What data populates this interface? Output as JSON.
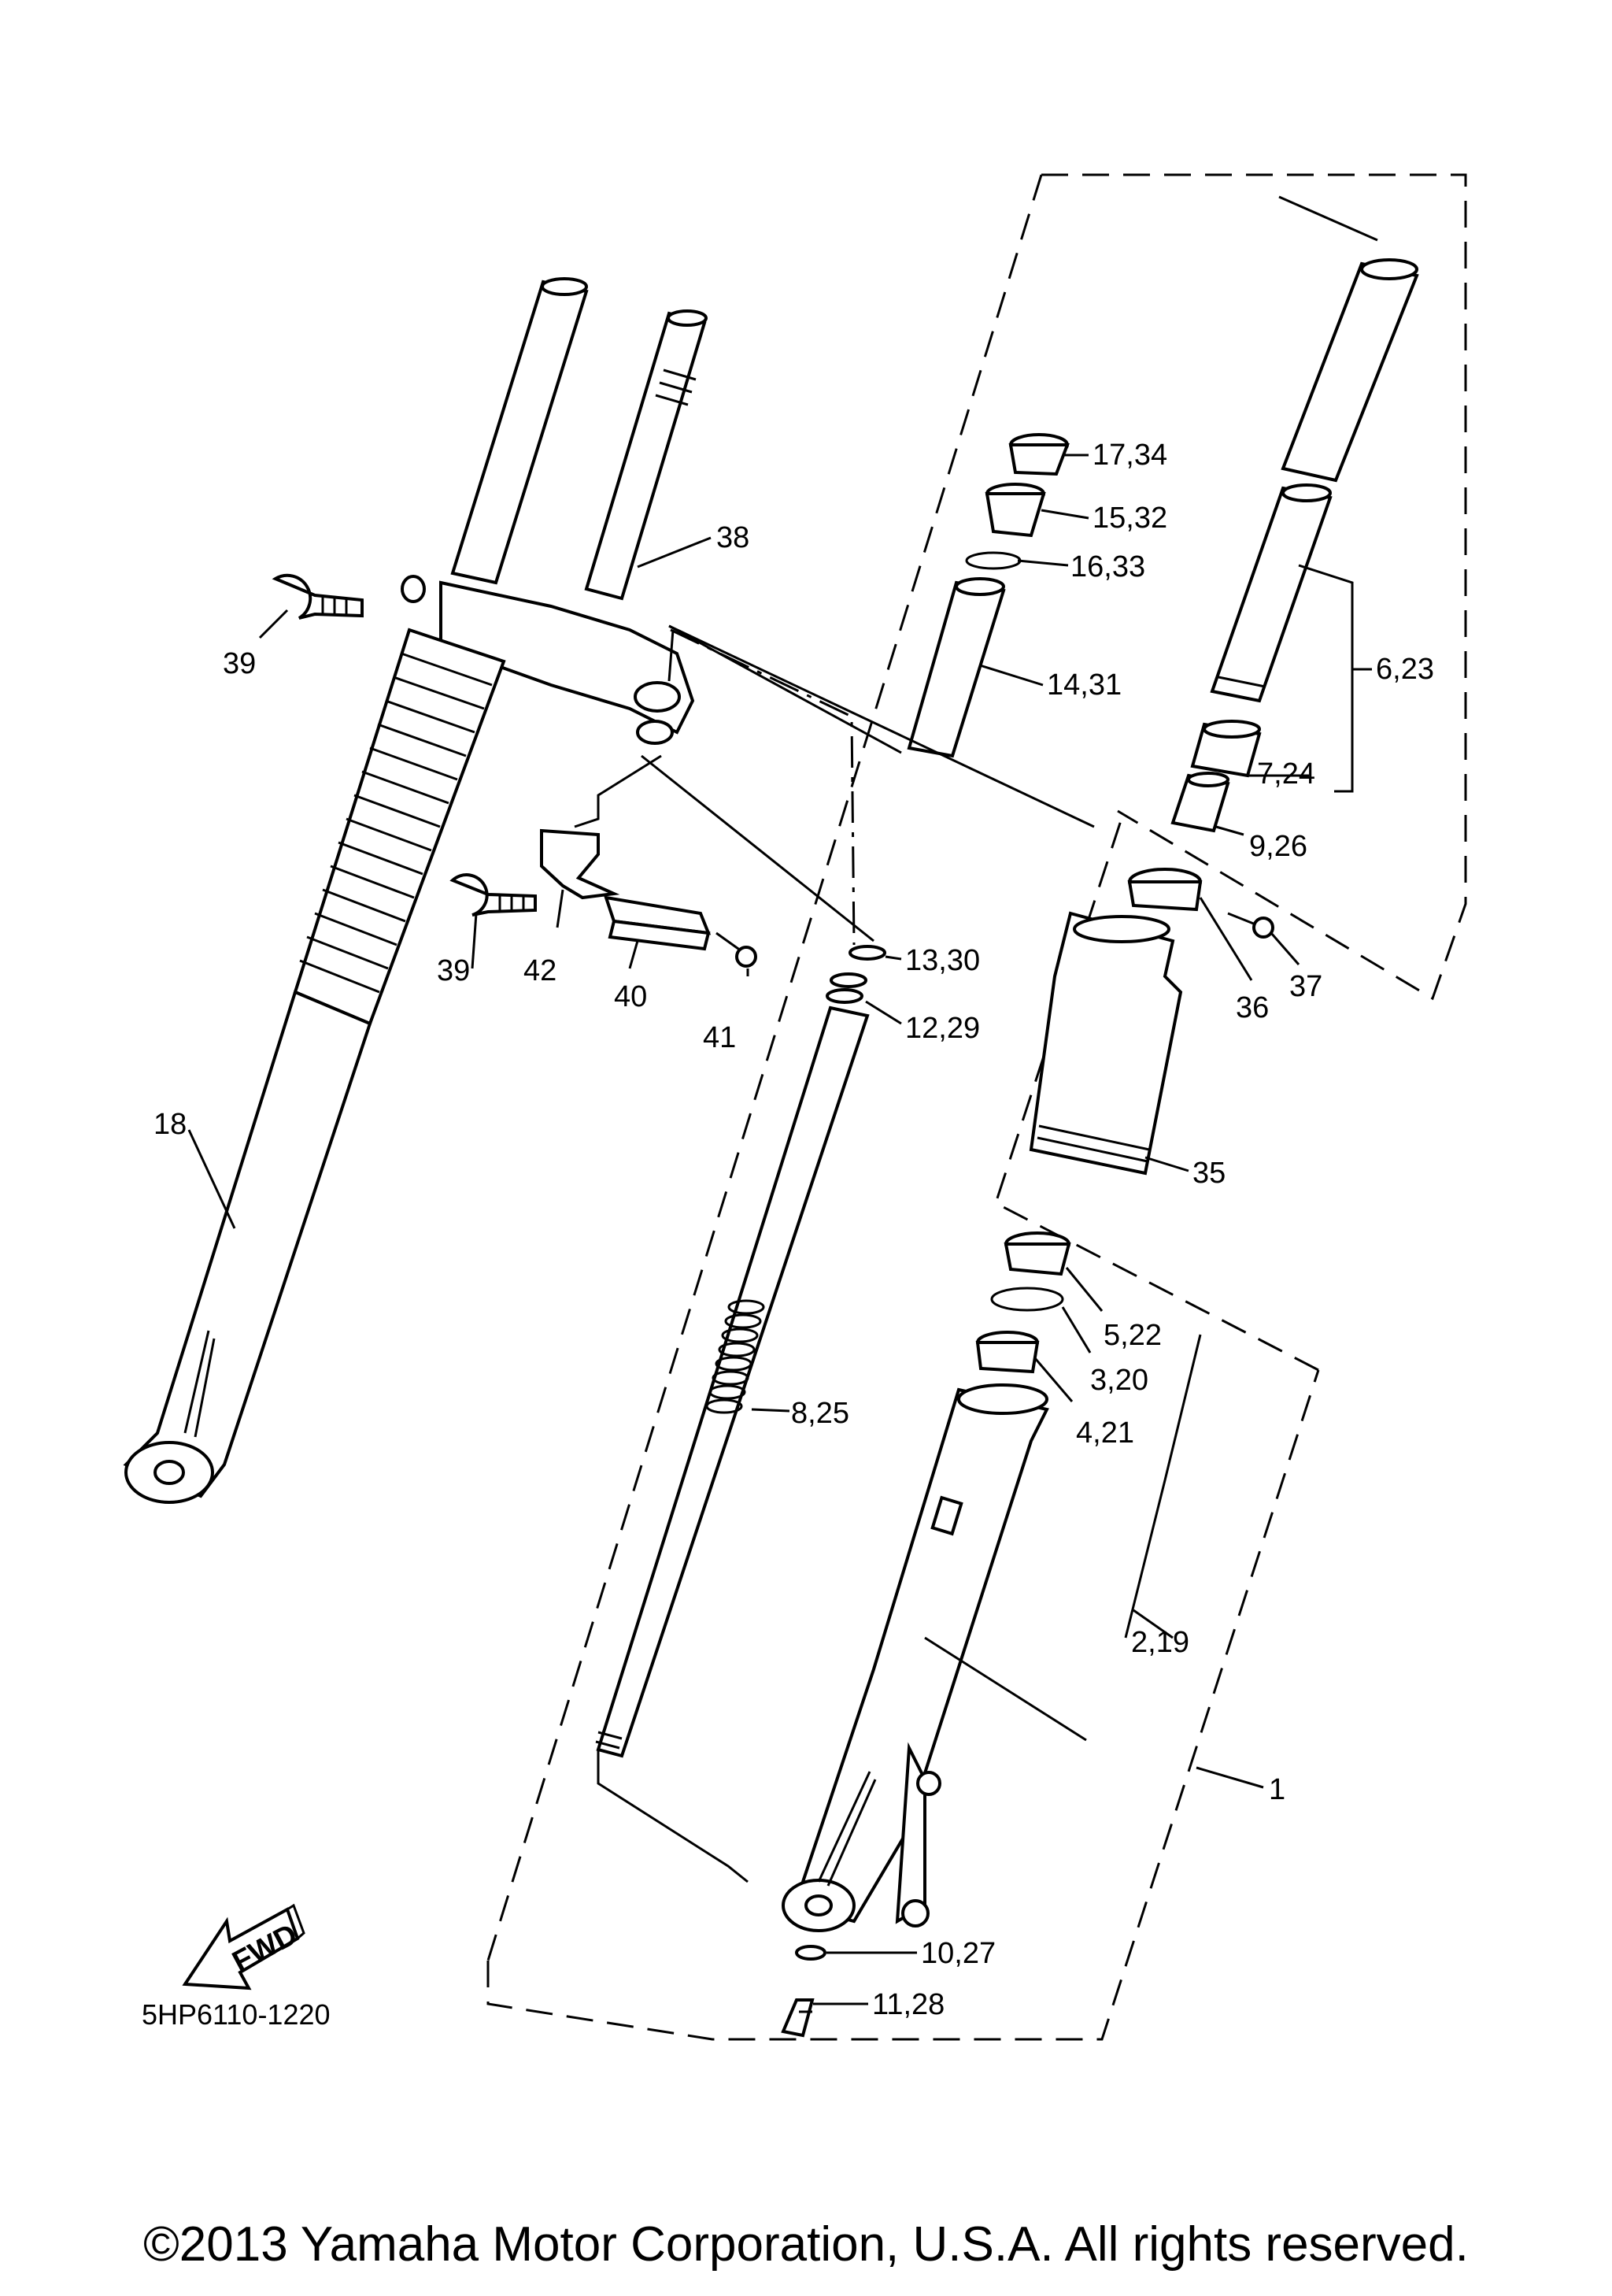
{
  "diagram": {
    "drawing_code": "5HP6110-1220",
    "copyright": "©2013 Yamaha Motor Corporation, U.S.A. All rights reserved.",
    "fwd_arrow_text": "FWD",
    "callouts": [
      {
        "id": "17-34",
        "text": "17,34"
      },
      {
        "id": "15-32",
        "text": "15,32"
      },
      {
        "id": "16-33",
        "text": "16,33"
      },
      {
        "id": "38",
        "text": "38"
      },
      {
        "id": "39a",
        "text": "39"
      },
      {
        "id": "14-31",
        "text": "14,31"
      },
      {
        "id": "6-23",
        "text": "6,23"
      },
      {
        "id": "7-24",
        "text": "7,24"
      },
      {
        "id": "9-26",
        "text": "9,26"
      },
      {
        "id": "37",
        "text": "37"
      },
      {
        "id": "36",
        "text": "36"
      },
      {
        "id": "39b",
        "text": "39"
      },
      {
        "id": "42",
        "text": "42"
      },
      {
        "id": "40",
        "text": "40"
      },
      {
        "id": "41",
        "text": "41"
      },
      {
        "id": "13-30",
        "text": "13,30"
      },
      {
        "id": "12-29",
        "text": "12,29"
      },
      {
        "id": "18",
        "text": "18"
      },
      {
        "id": "35",
        "text": "35"
      },
      {
        "id": "5-22",
        "text": "5,22"
      },
      {
        "id": "3-20",
        "text": "3,20"
      },
      {
        "id": "4-21",
        "text": "4,21"
      },
      {
        "id": "8-25",
        "text": "8,25"
      },
      {
        "id": "2-19",
        "text": "2,19"
      },
      {
        "id": "1",
        "text": "1"
      },
      {
        "id": "10-27",
        "text": "10,27"
      },
      {
        "id": "11-28",
        "text": "11,28"
      }
    ]
  }
}
